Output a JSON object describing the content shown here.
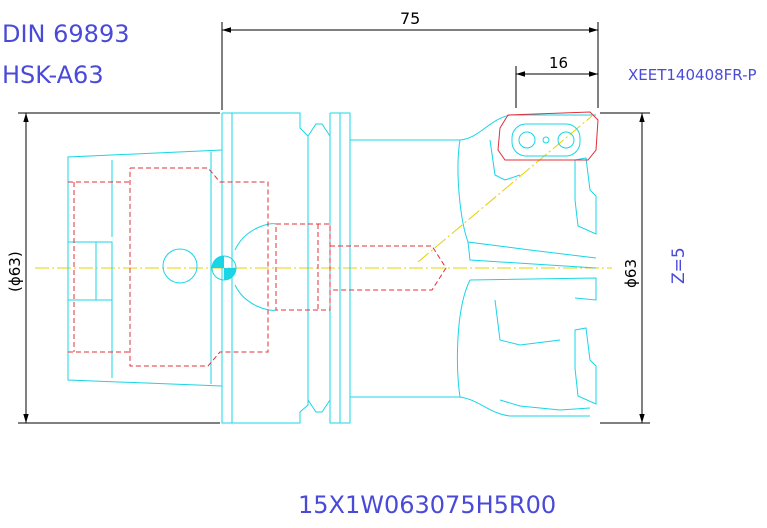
{
  "title_lines": {
    "standard": "DIN 69893",
    "interface": "HSK-A63"
  },
  "insert_label": "XEET140408FR-P",
  "part_number": "15X1W063075H5R00",
  "dimensions": {
    "overall_length": "75",
    "insert_offset": "16",
    "shank_diameter": "(ϕ63)",
    "cutting_diameter": "ϕ63",
    "teeth": "Z=5"
  },
  "colors": {
    "geometry": "#19d5e6",
    "hidden": "#e0303a",
    "text": "#4a4ad8",
    "centerline": "#e8d000",
    "dimension": "#000000"
  }
}
